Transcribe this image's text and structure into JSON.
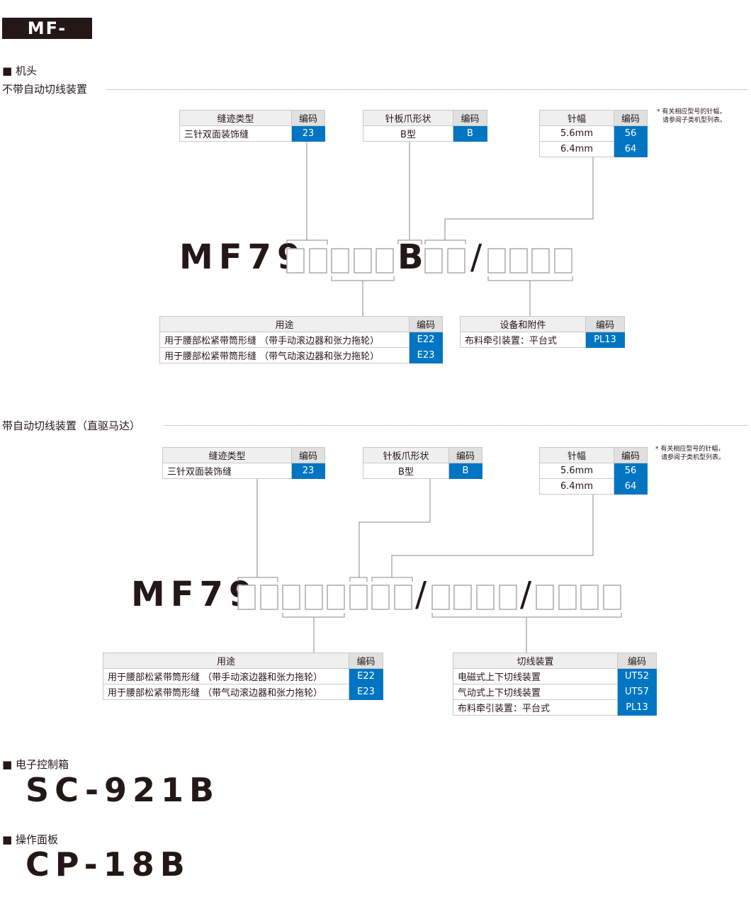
{
  "title": "MF-7900",
  "head_section": "■ 机头",
  "s1": {
    "title": "不带自动切线装置",
    "model_prefix": "MF79",
    "fixed_letter": "B",
    "slash": "/",
    "tables": [
      {
        "headers": [
          "缝迹类型",
          "编码"
        ],
        "rows": [
          [
            "三针双面装饰缝",
            "23"
          ]
        ]
      },
      {
        "headers": [
          "针板爪形状",
          "编码"
        ],
        "rows": [
          [
            "B型",
            "B"
          ]
        ]
      },
      {
        "headers": [
          "针幅",
          "编码"
        ],
        "rows": [
          [
            "5.6mm",
            "56"
          ],
          [
            "6.4mm",
            "64"
          ]
        ]
      },
      {
        "headers": [
          "用途",
          "编码"
        ],
        "rows": [
          [
            "用于腰部松紧带筒形缝 （带手动滚边器和张力拖轮）",
            "E22"
          ],
          [
            "用于腰部松紧带筒形缝 （带气动滚边器和张力拖轮）",
            "E23"
          ]
        ]
      },
      {
        "headers": [
          "设备和附件",
          "编码"
        ],
        "rows": [
          [
            "布料牵引装置：平台式",
            "PL13"
          ]
        ]
      }
    ],
    "note": [
      "* 有关相应型号的针幅，",
      "请参阅子类机型列表。"
    ]
  },
  "s2": {
    "title": "带自动切线装置（直驱马达）",
    "model_prefix": "MF79",
    "slash": "/",
    "tables": [
      {
        "headers": [
          "缝迹类型",
          "编码"
        ],
        "rows": [
          [
            "三针双面装饰缝",
            "23"
          ]
        ]
      },
      {
        "headers": [
          "针板爪形状",
          "编码"
        ],
        "rows": [
          [
            "B型",
            "B"
          ]
        ]
      },
      {
        "headers": [
          "针幅",
          "编码"
        ],
        "rows": [
          [
            "5.6mm",
            "56"
          ],
          [
            "6.4mm",
            "64"
          ]
        ]
      },
      {
        "headers": [
          "用途",
          "编码"
        ],
        "rows": [
          [
            "用于腰部松紧带筒形缝 （带手动滚边器和张力拖轮）",
            "E22"
          ],
          [
            "用于腰部松紧带筒形缝 （带气动滚边器和张力拖轮）",
            "E23"
          ]
        ]
      },
      {
        "headers": [
          "切线装置",
          "编码"
        ],
        "rows": [
          [
            "电磁式上下切线装置",
            "UT52"
          ],
          [
            "气动式上下切线装置",
            "UT57"
          ],
          [
            "布料牵引装置：平台式",
            "PL13"
          ]
        ]
      }
    ],
    "note": [
      "* 有关相应型号的针幅，",
      "请参阅子类机型列表。"
    ]
  },
  "control_box": {
    "label": "■ 电子控制箱",
    "model": "SC-921B"
  },
  "panel": {
    "label": "■ 操作面板",
    "model": "CP-18B"
  },
  "colors": {
    "code_bg": "#0075c2",
    "dark": "#231815"
  }
}
